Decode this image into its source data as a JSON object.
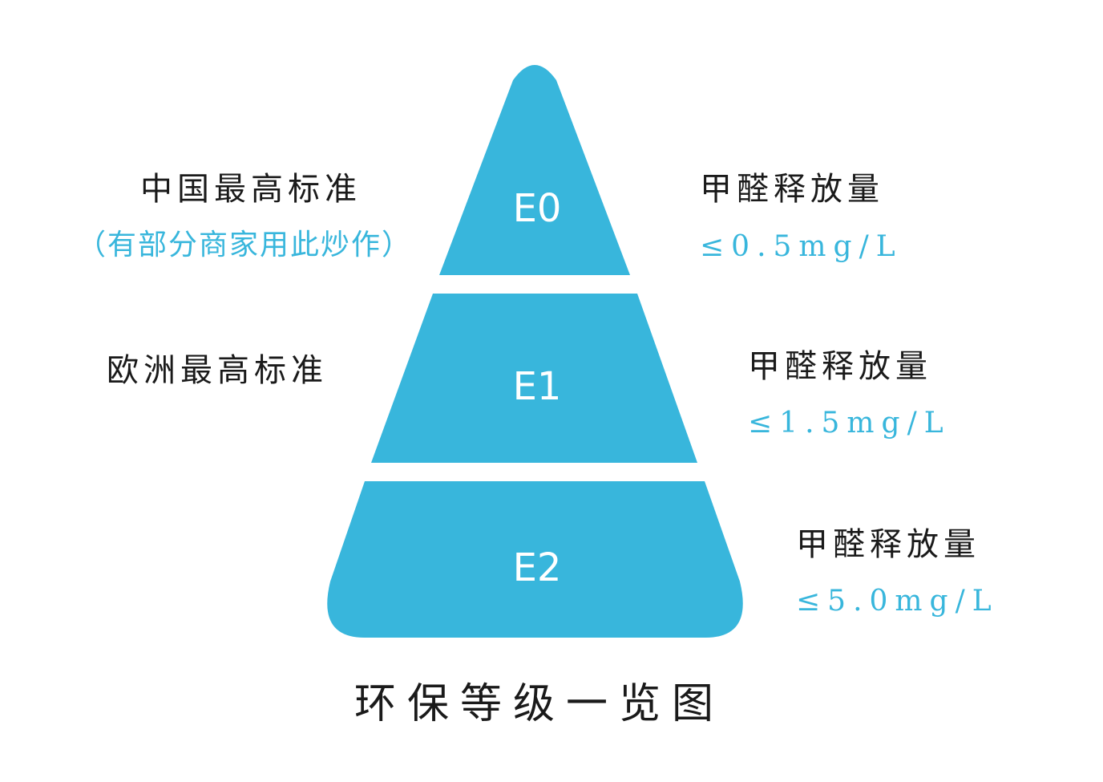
{
  "colors": {
    "tier_fill": "#38b6dc",
    "text_dark": "#1a1a1a",
    "text_accent": "#38b6dc"
  },
  "tiers": [
    {
      "code": "E0",
      "standard": "中国最高标准",
      "note": "（有部分商家用此炒作）",
      "metric": "甲醛释放量",
      "limit": "≤0.5mg/L"
    },
    {
      "code": "E1",
      "standard": "欧洲最高标准",
      "metric": "甲醛释放量",
      "limit": "≤1.5mg/L"
    },
    {
      "code": "E2",
      "metric": "甲醛释放量",
      "limit": "≤5.0mg/L"
    }
  ],
  "title": "环保等级一览图"
}
